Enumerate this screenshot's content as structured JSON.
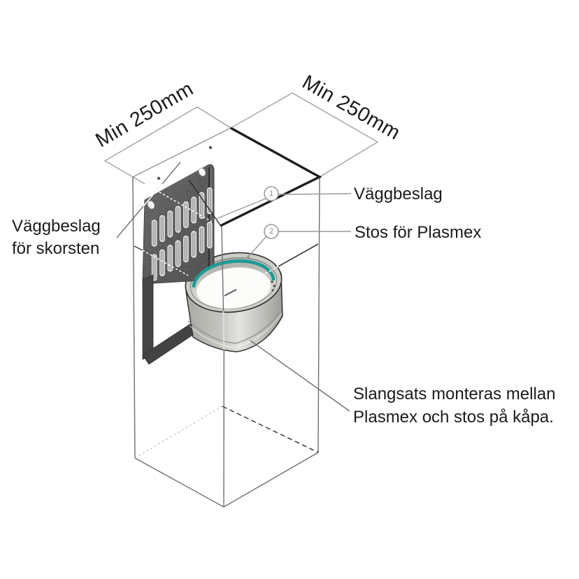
{
  "diagram": {
    "dim_left": "Min 250mm",
    "dim_right": "Min 250mm",
    "left_label_line1": "Väggbeslag",
    "left_label_line2": "för skorsten",
    "callouts": [
      {
        "number": "1",
        "label": "Väggbeslag"
      },
      {
        "number": "2",
        "label": "Stos för Plasmex"
      }
    ],
    "note_line1": "Slangsats monteras mellan",
    "note_line2": "Plasmex och stos på kåpa.",
    "colors": {
      "seal": "#1d9b94",
      "bracket": "#4f4f4f",
      "stos": "#c6c6c1",
      "line": "#8a8a8a",
      "line_dark": "#1f1f1f",
      "text": "#1b1b1b"
    }
  }
}
